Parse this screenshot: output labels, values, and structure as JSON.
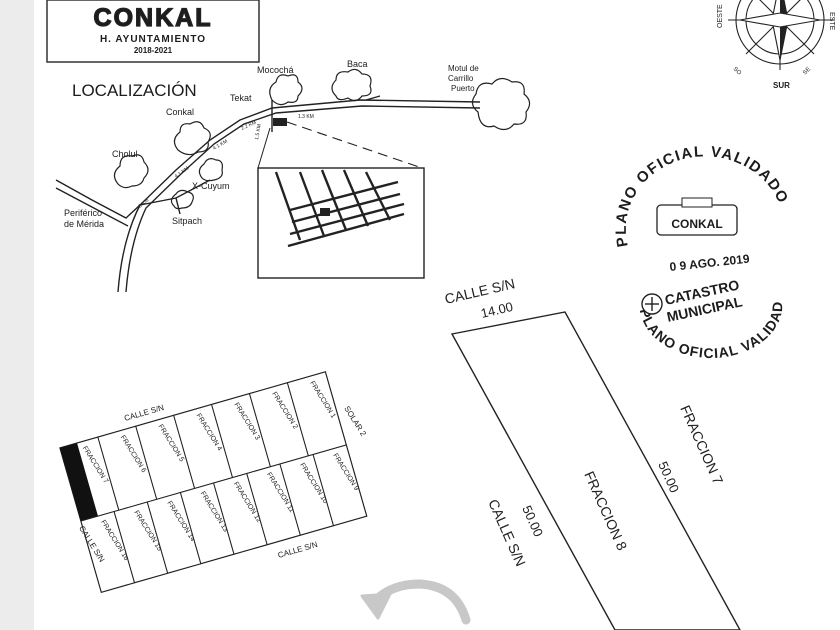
{
  "header_logo": {
    "wordmark": "CONKAL",
    "council": "H. AYUNTAMIENTO",
    "term": "2018-2021"
  },
  "location_map": {
    "title": "LOCALIZACIÓN",
    "places": {
      "mococha": "Mocochá",
      "baca": "Baca",
      "motul_1": "Motul de",
      "motul_2": "Carrillo",
      "motul_3": "Puerto",
      "tekat": "Tekat",
      "conkal": "Conkal",
      "cholul": "Cholul",
      "xcuyum": "X-Cuyum",
      "periferico_1": "Periférico",
      "periferico_2": "de Mérida",
      "sitpach": "Sitpach"
    },
    "road_distances": {
      "seg_a": "8 KM",
      "seg_b": "4.1 KM",
      "seg_c": "4.1 KM",
      "seg_d": "2.2 KM",
      "seg_e": "1.5 KM",
      "seg_f": "1.3 KM"
    }
  },
  "compass": {
    "south": "SUR",
    "west_label": "OESTE",
    "east_label": "ESTE",
    "southwest": "SO",
    "southeast": "SE"
  },
  "stamp_validated": {
    "arc_text": "PLANO OFICIAL VALIDADO",
    "logo_word": "CONKAL",
    "date": "0 9 AGO. 2019"
  },
  "stamp_cadastre": {
    "line1": "CATASTRO",
    "line2": "MUNICIPAL",
    "arc_text": "PLANO OFICIAL VALIDADO"
  },
  "lot_plan": {
    "street_top": "CALLE S/N",
    "front_width": "14.00",
    "street_side": "CALLE S/N",
    "side_length_left": "50.00",
    "side_length_right": "50.00",
    "lot_name": "FRACCION 8",
    "neighbor_name": "FRACCION 7"
  },
  "block_plan": {
    "street_top": "CALLE S/N",
    "street_left": "CALLE S/N",
    "street_bottom": "CALLE S/N",
    "neighbor": "SOLAR 2",
    "top_row": [
      "FRACCION 7",
      "FRACCION 6",
      "FRACCION 5",
      "FRACCION 4",
      "FRACCION 3",
      "FRACCION 2",
      "FRACCION 1"
    ],
    "bottom_row": [
      "FRACCION 16",
      "FRACCION 15",
      "FRACCION 14",
      "FRACCION 13",
      "FRACCION 12",
      "FRACCION 11",
      "FRACCION 10",
      "FRACCION 9"
    ]
  },
  "colors": {
    "ink": "#1c1c1c",
    "paper": "#ffffff",
    "viewer_bg": "#ececec",
    "nav_arrow": "#c8c8c8"
  }
}
